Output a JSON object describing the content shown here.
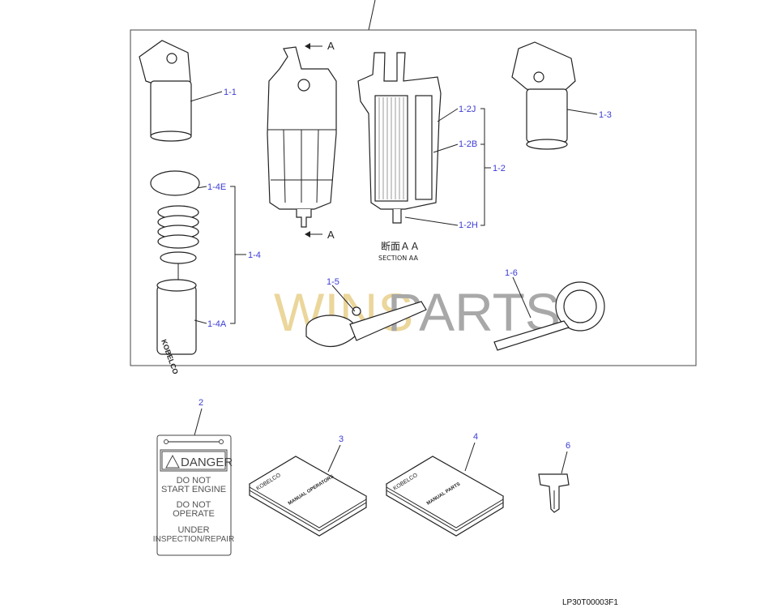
{
  "diagram": {
    "drawing_code": "LP30T00003F1",
    "section_marker": "A",
    "section_title_jp": "断面ＡＡ",
    "section_title_en": "SECTION AA",
    "watermark": {
      "part1": "WINS",
      "part2": "PARTS",
      "color1": "#e8cf8a",
      "color2": "#9a9a9a"
    },
    "label_color": "#3b3bd6",
    "callouts": {
      "c1_1": "1-1",
      "c1_2": "1-2",
      "c1_2J": "1-2J",
      "c1_2B": "1-2B",
      "c1_2H": "1-2H",
      "c1_3": "1-3",
      "c1_4": "1-4",
      "c1_4E": "1-4E",
      "c1_4A": "1-4A",
      "c1_5": "1-5",
      "c1_6": "1-6",
      "c2": "2",
      "c3": "3",
      "c4": "4",
      "c6": "6"
    },
    "tag": {
      "header": "DANGER",
      "line1": "DO NOT",
      "line2": "START ENGINE",
      "line3": "DO NOT",
      "line4": "OPERATE",
      "line5": "UNDER",
      "line6": "INSPECTION/REPAIR"
    },
    "manual_operators": {
      "brand": "KOBELCO",
      "title": "MANUAL OPERATORS"
    },
    "manual_parts": {
      "brand": "KOBELCO",
      "title": "MANUAL PARTS"
    },
    "filter_brand": "KOBELCO"
  }
}
